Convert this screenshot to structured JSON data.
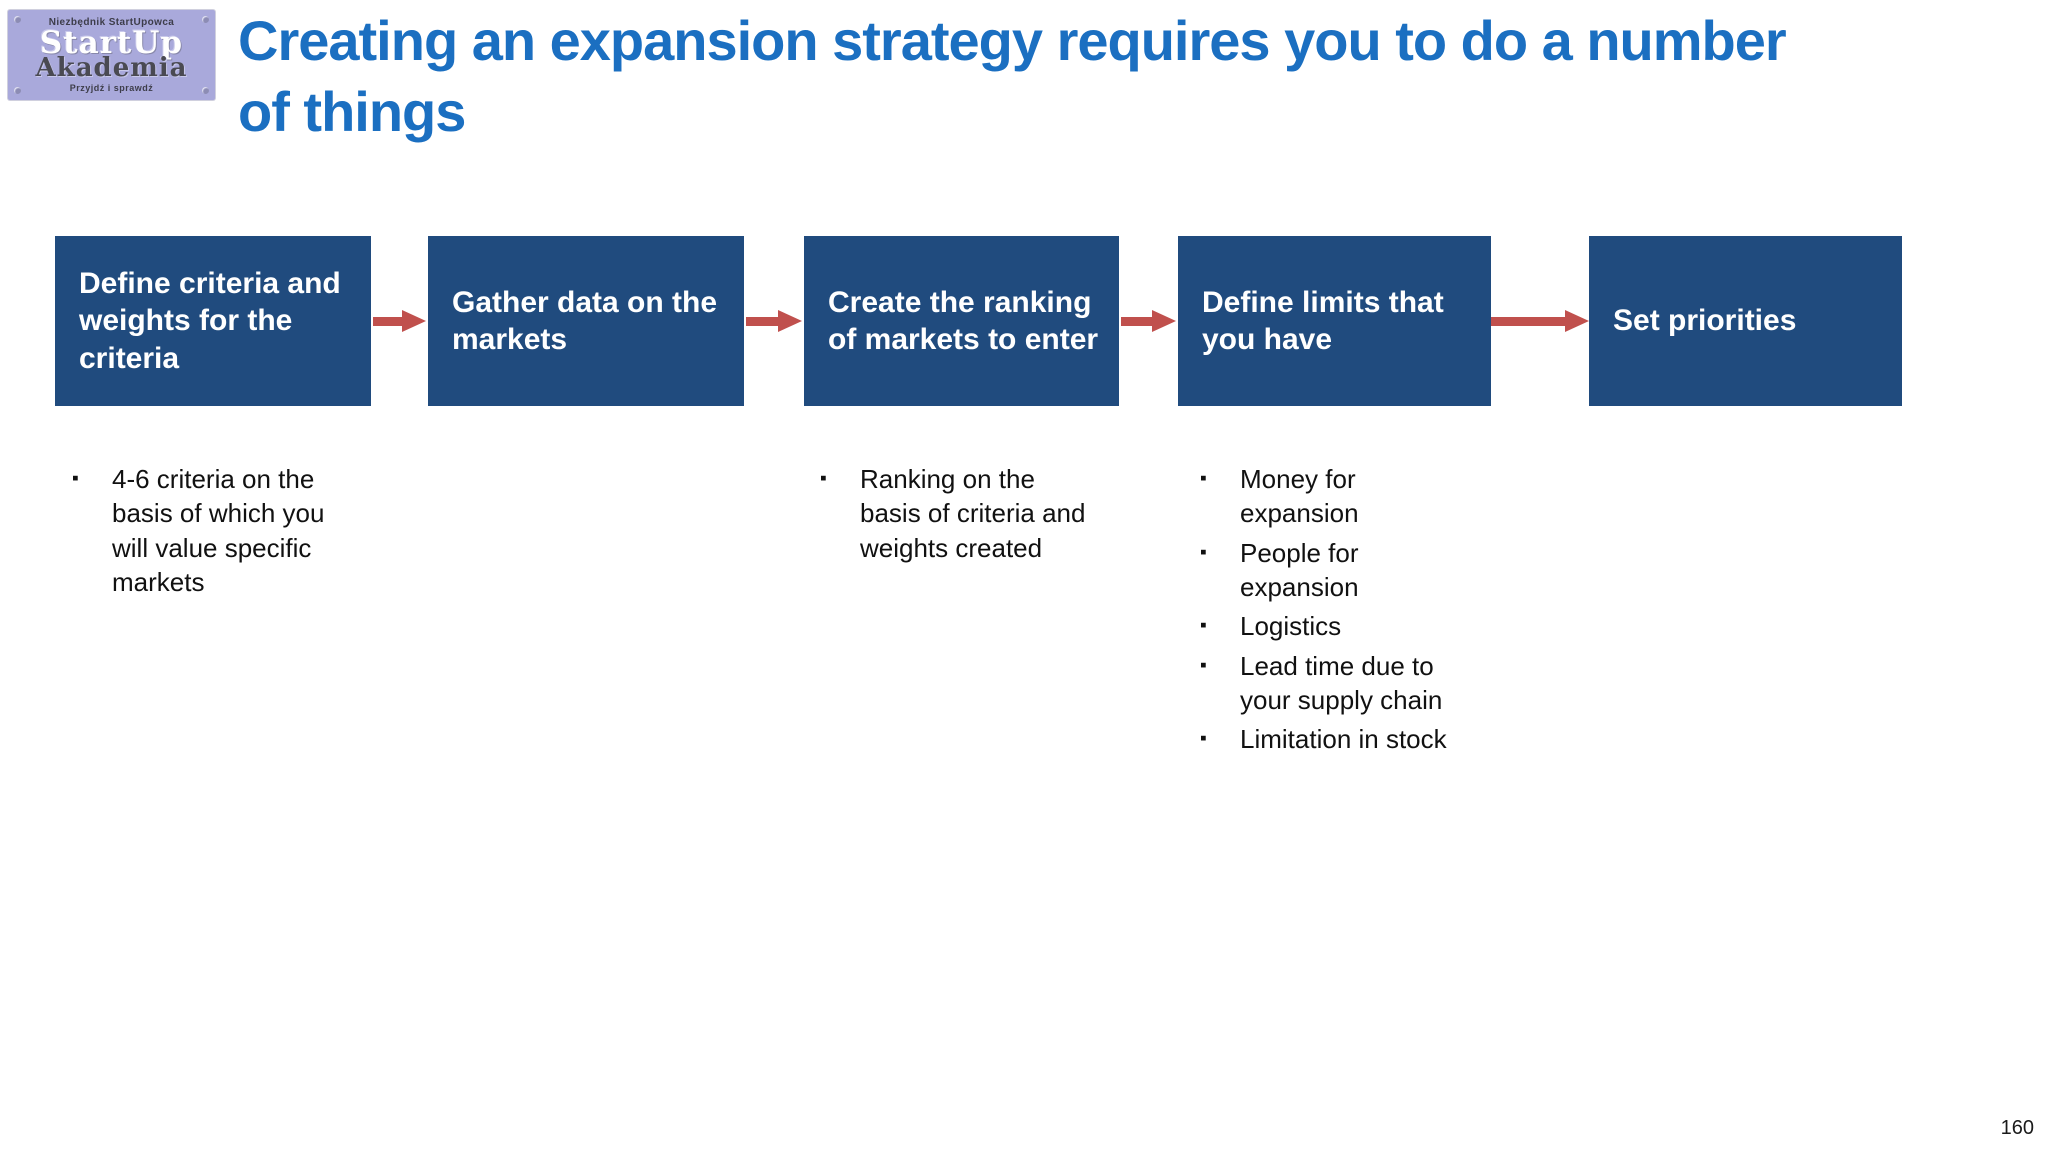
{
  "logo": {
    "tagline_top": "Niezbędnik StartUpowca",
    "name_line1": "StartUp",
    "name_line2": "Akademia",
    "tagline_bottom": "Przyjdź i sprawdź"
  },
  "title": {
    "text": "Creating an expansion strategy requires you to do a number\nof things"
  },
  "process": {
    "steps": [
      {
        "label": "Define criteria and\nweights for the\ncriteria"
      },
      {
        "label": "Gather data on the\nmarkets"
      },
      {
        "label": "Create the ranking\nof markets to enter"
      },
      {
        "label": "Define limits that\nyou have"
      },
      {
        "label": "Set priorities"
      }
    ]
  },
  "details": {
    "bullet_char": "▪",
    "step1_items": [
      "4-6 criteria on the\nbasis of which you\nwill value specific\nmarkets"
    ],
    "step3_items": [
      "Ranking on the\nbasis of criteria and\nweights created"
    ],
    "step4_items": [
      "Money for\nexpansion",
      "People for\nexpansion",
      "Logistics",
      "Lead time due to\nyour supply chain",
      "Limitation in stock"
    ]
  },
  "colors": {
    "title": "#1B6FC1",
    "box": "#204B7E",
    "arrow": "#C0504D",
    "logo_bg": "#A9A9DB"
  },
  "page_number": "160"
}
